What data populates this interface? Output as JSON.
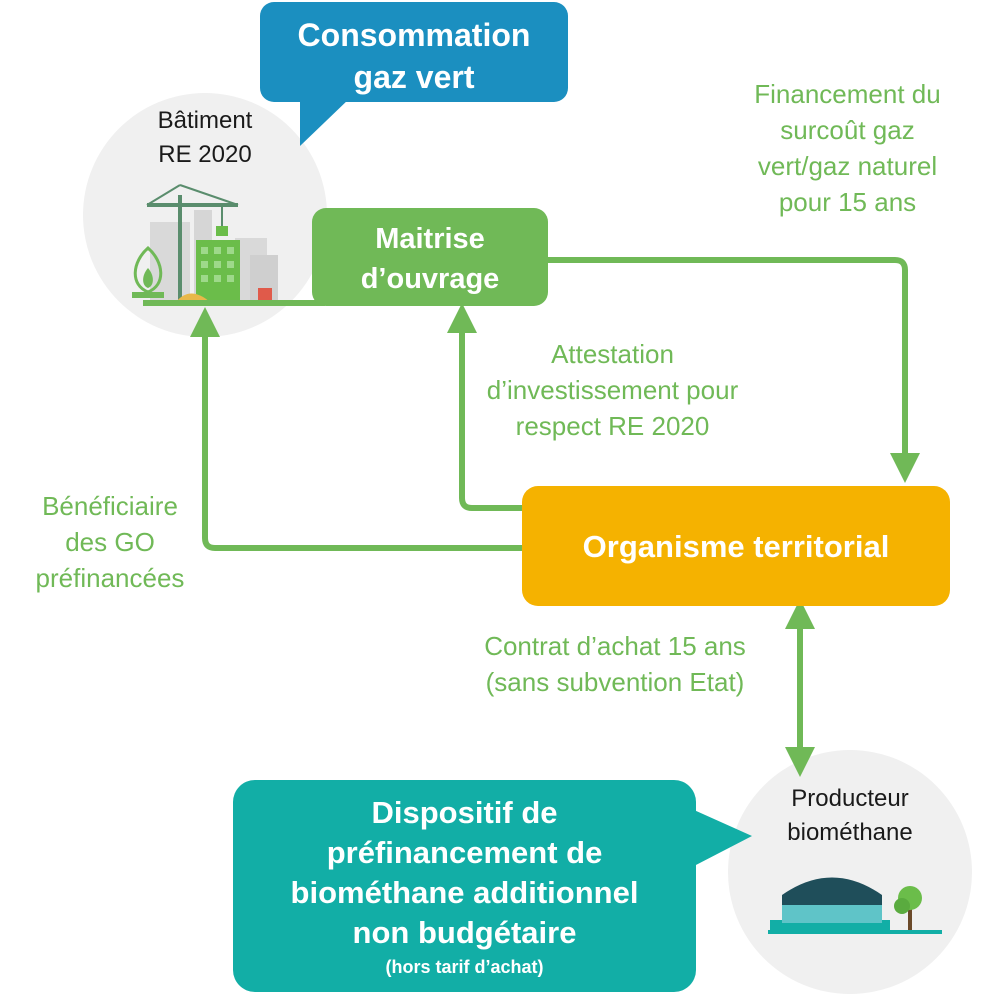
{
  "colors": {
    "green": "#70b957",
    "orange": "#f5b200",
    "blue_bubble": "#1b8fc0",
    "teal_bubble": "#12aea6",
    "circle_bg": "#f0f0f0"
  },
  "bubbles": {
    "consommation": [
      "Consommation",
      "gaz vert"
    ],
    "dispositif": [
      "Dispositif de",
      "préfinancement de",
      "biométhane additionnel",
      "non budgétaire"
    ],
    "dispositif_note": "(hors tarif d’achat)"
  },
  "nodes": {
    "batiment": [
      "Bâtiment",
      "RE 2020"
    ],
    "maitrise": [
      "Maitrise",
      "d’ouvrage"
    ],
    "organisme": "Organisme territorial",
    "producteur": [
      "Producteur",
      "biométhane"
    ]
  },
  "flows": {
    "financement": [
      "Financement du",
      "surcoût gaz",
      "vert/gaz naturel",
      "pour 15 ans"
    ],
    "attestation": [
      "Attestation",
      "d’investissement pour",
      "respect RE 2020"
    ],
    "beneficiaire": [
      "Bénéficiaire",
      "des GO",
      "préfinancées"
    ],
    "contrat": [
      "Contrat d’achat 15 ans",
      "(sans subvention Etat)"
    ]
  },
  "icons": {
    "building": "construction-site-icon",
    "flame": "gas-flame-icon",
    "digester": "biomethane-digester-icon",
    "tree": "tree-icon"
  }
}
